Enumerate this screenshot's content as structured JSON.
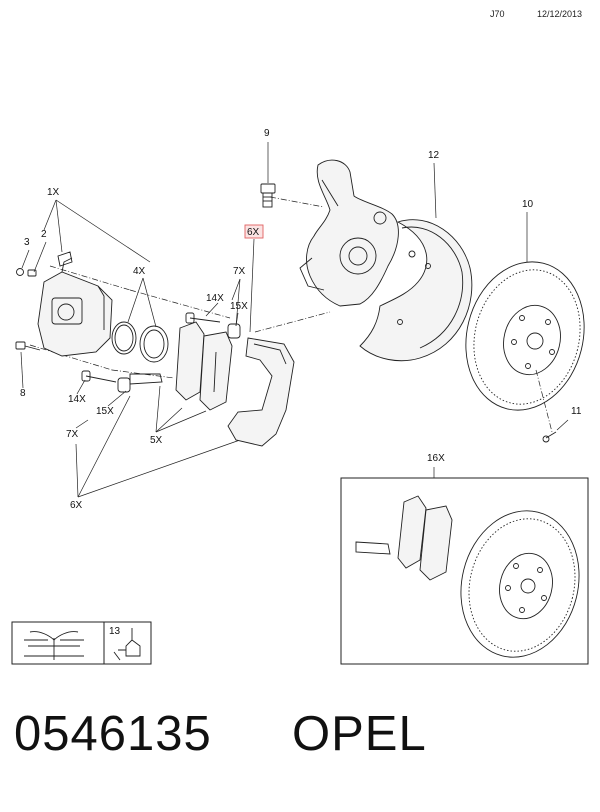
{
  "header": {
    "code": "J70",
    "date": "12/12/2013"
  },
  "callouts": {
    "c9": "9",
    "c12": "12",
    "c10": "10",
    "c1x": "1X",
    "c3": "3",
    "c2": "2",
    "c4x": "4X",
    "c6x_hl": "6X",
    "c7x_top": "7X",
    "c14x_top": "14X",
    "c15x_top": "15X",
    "c8": "8",
    "c14x_bot": "14X",
    "c15x_bot": "15X",
    "c7x_bot": "7X",
    "c5x": "5X",
    "c6x_bot": "6X",
    "c11": "11",
    "c16x": "16X",
    "c13": "13"
  },
  "colors": {
    "highlight": "#e06060"
  },
  "footer": {
    "part_number": "0546135",
    "brand": "OPEL"
  }
}
